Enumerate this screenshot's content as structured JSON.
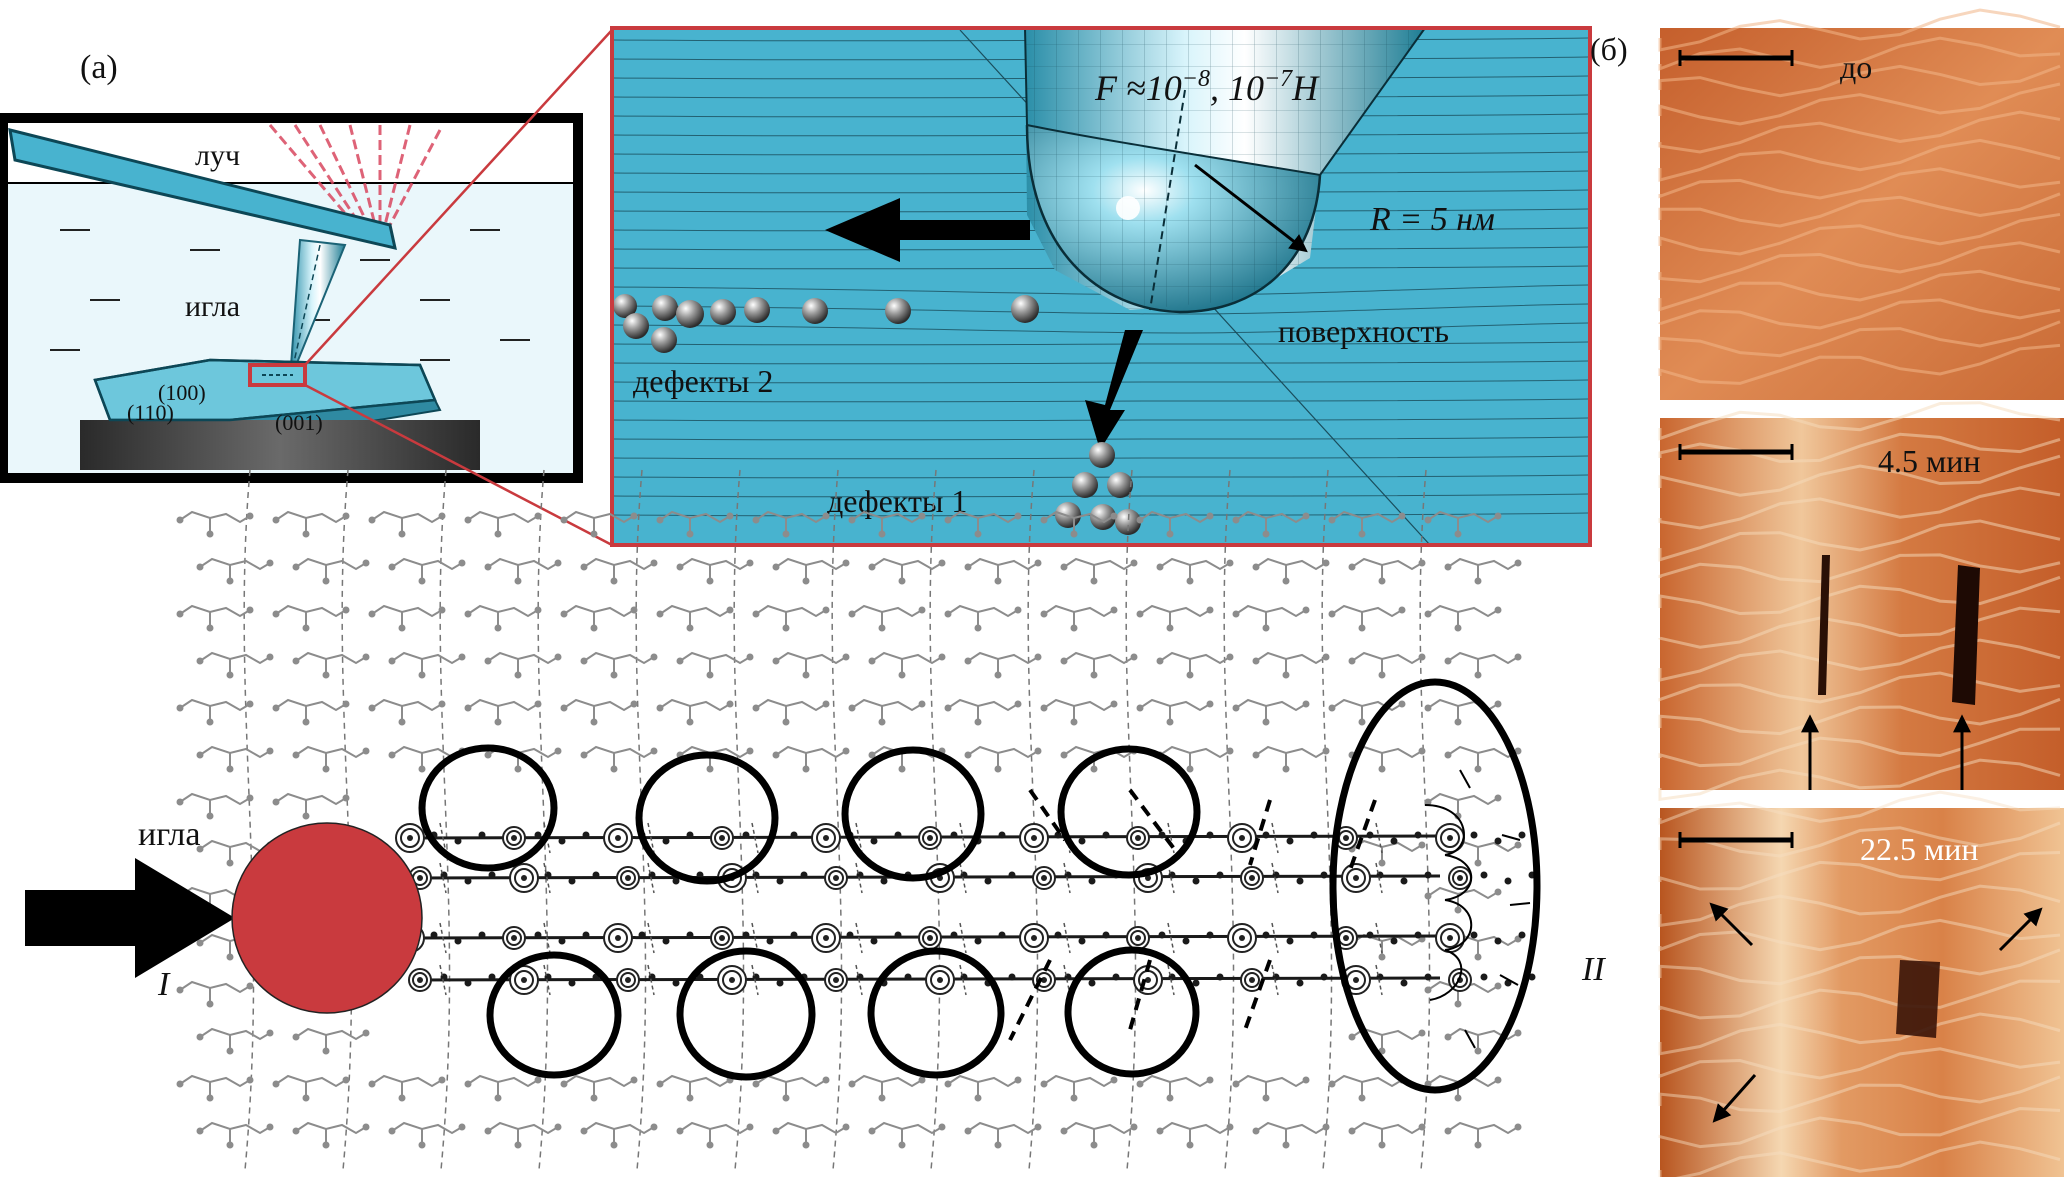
{
  "panel_a": {
    "label": "(a)",
    "setup": {
      "beam": "луч",
      "tip": "игла",
      "faces": [
        "(100)",
        "(110)",
        "(001)"
      ]
    },
    "inset": {
      "force_prefix": "F ≈10",
      "force_exp1": "−8",
      "force_mid": ", 10",
      "force_exp2": "−7",
      "force_unit": "H",
      "radius": "R = 5 нм",
      "surface": "поверхность",
      "defects_2": "дефекты 2",
      "defects_1": "дефекты 1"
    },
    "lattice": {
      "tip": "игла",
      "roman_1": "I",
      "roman_2": "II"
    }
  },
  "panel_b": {
    "label": "(б)",
    "images": [
      {
        "time": "до"
      },
      {
        "time": "4.5 мин"
      },
      {
        "time": "22.5 мин"
      }
    ]
  },
  "colors": {
    "cyan": "#48b3cf",
    "red_accent": "#c93a3e",
    "afm_orange": "#d77a43"
  }
}
